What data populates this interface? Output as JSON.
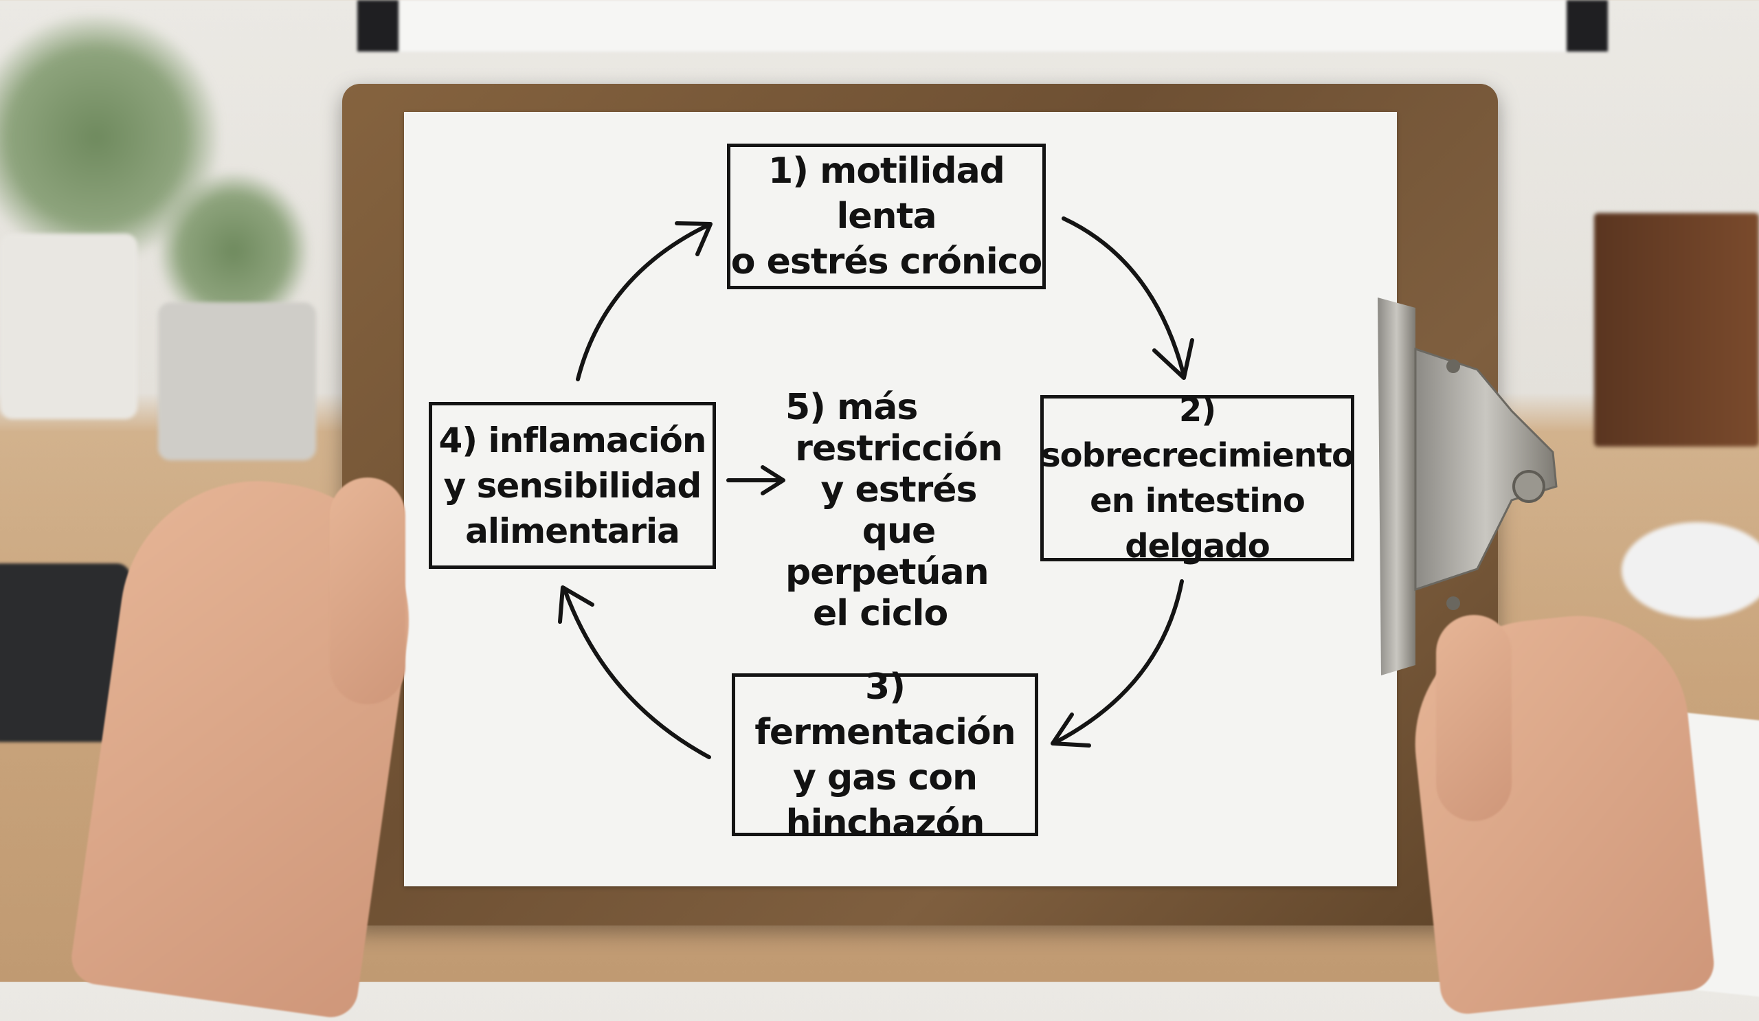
{
  "diagram": {
    "steps": [
      {
        "lines": [
          "1) motilidad lenta",
          "o estrés crónico"
        ]
      },
      {
        "lines": [
          "2) sobrecrecimiento",
          "en intestino",
          "delgado"
        ]
      },
      {
        "lines": [
          "3) fermentación",
          "y gas con",
          "hinchazón"
        ]
      },
      {
        "lines": [
          "4) inflamación",
          "y sensibilidad",
          "alimentaria"
        ]
      }
    ],
    "center": {
      "lines": [
        "5) más",
        "restricción",
        "y estrés que",
        "perpetúan",
        "el ciclo"
      ]
    }
  },
  "colors": {
    "ink": "#141414",
    "paper": "#f4f4f2",
    "board": "#7a5a3c"
  }
}
